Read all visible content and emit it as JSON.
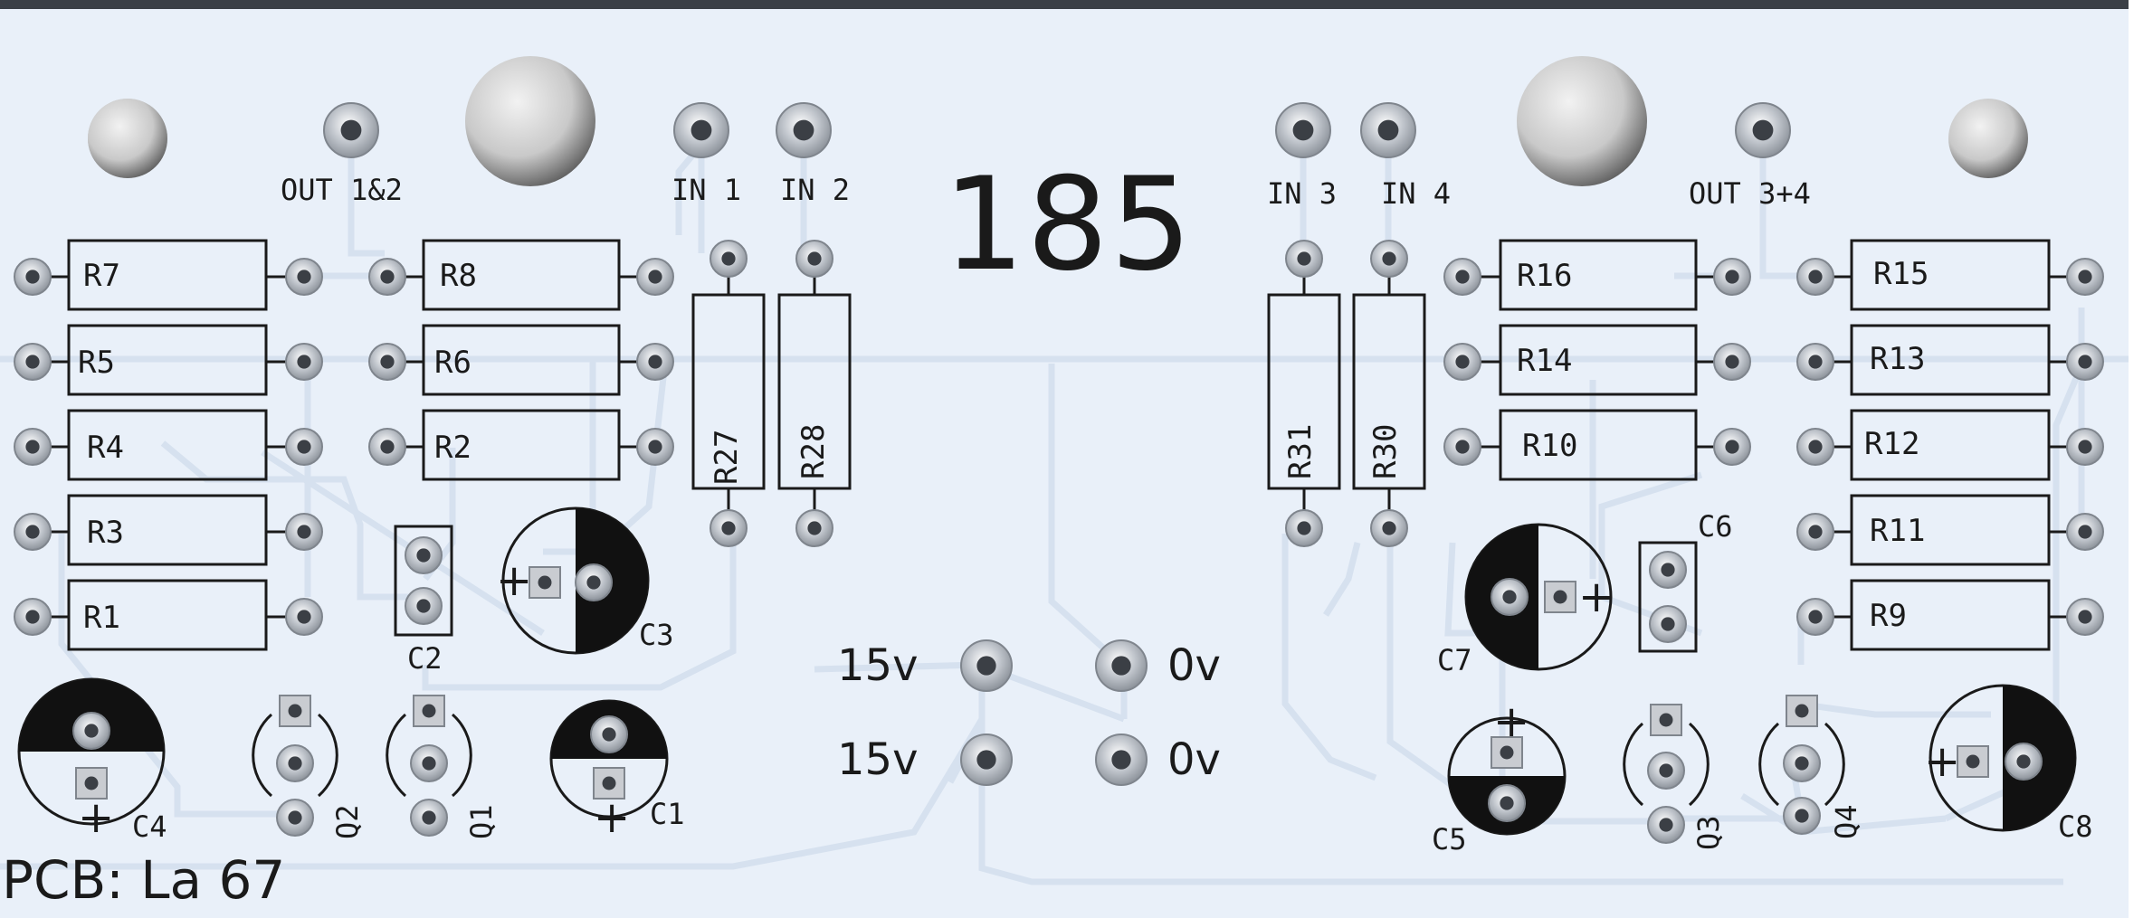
{
  "board": {
    "number": "185",
    "pcb_label": "PCB: La 67",
    "background": "#e9f0f9",
    "trace_color": "#d7e2f0",
    "pad_color": "#bfc4cb",
    "silk_color": "#1a1a1a"
  },
  "connectors": {
    "out12": "OUT 1&2",
    "in1": "IN 1",
    "in2": "IN 2",
    "in3": "IN 3",
    "in4": "IN 4",
    "out34": "OUT 3+4"
  },
  "power": {
    "plus1": "15v",
    "plus2": "15v",
    "zero1": "0v",
    "zero2": "0v"
  },
  "resistors": {
    "r7": "R7",
    "r8": "R8",
    "r5": "R5",
    "r6": "R6",
    "r4": "R4",
    "r2": "R2",
    "r3": "R3",
    "r1": "R1",
    "r27": "R27",
    "r28": "R28",
    "r31": "R31",
    "r30": "R30",
    "r16": "R16",
    "r15": "R15",
    "r14": "R14",
    "r13": "R13",
    "r10": "R10",
    "r12": "R12",
    "r11": "R11",
    "r9": "R9"
  },
  "capacitors": {
    "c1": "C1",
    "c2": "C2",
    "c3": "C3",
    "c4": "C4",
    "c5": "C5",
    "c6": "C6",
    "c7": "C7",
    "c8": "C8"
  },
  "transistors": {
    "q1": "Q1",
    "q2": "Q2",
    "q3": "Q3",
    "q4": "Q4"
  },
  "polarity_mark": "+"
}
